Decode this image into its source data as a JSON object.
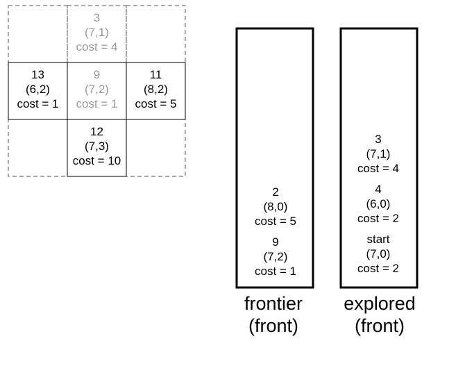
{
  "colors": {
    "normal_text": "#000000",
    "faded_text": "#999999",
    "solid_border": "#000000",
    "dashed_border": "#555555",
    "background": "#ffffff"
  },
  "grid": {
    "cells": [
      {
        "id": "top-left",
        "row": 0,
        "col": 0,
        "border": "dashed",
        "faded": false,
        "lines": []
      },
      {
        "id": "top-center",
        "row": 0,
        "col": 1,
        "border": "dashed",
        "faded": true,
        "lines": [
          "3",
          "(7,1)",
          "cost = 4"
        ]
      },
      {
        "id": "top-right",
        "row": 0,
        "col": 2,
        "border": "dashed",
        "faded": false,
        "lines": []
      },
      {
        "id": "middle-left",
        "row": 1,
        "col": 0,
        "border": "solid",
        "faded": false,
        "lines": [
          "13",
          "(6,2)",
          "cost = 1"
        ]
      },
      {
        "id": "middle-center",
        "row": 1,
        "col": 1,
        "border": "solid",
        "faded": true,
        "lines": [
          "9",
          "(7,2)",
          "cost = 1"
        ]
      },
      {
        "id": "middle-right",
        "row": 1,
        "col": 2,
        "border": "solid",
        "faded": false,
        "lines": [
          "11",
          "(8,2)",
          "cost = 5"
        ]
      },
      {
        "id": "bottom-left",
        "row": 2,
        "col": 0,
        "border": "dashed",
        "faded": false,
        "lines": []
      },
      {
        "id": "bottom-center",
        "row": 2,
        "col": 1,
        "border": "solid",
        "faded": false,
        "lines": [
          "12",
          "(7,3)",
          "cost = 10"
        ]
      },
      {
        "id": "bottom-right",
        "row": 2,
        "col": 2,
        "border": "dashed",
        "faded": false,
        "lines": []
      }
    ]
  },
  "frontier": {
    "caption": [
      "frontier",
      "(front)"
    ],
    "items": [
      [
        "2",
        "(8,0)",
        "cost = 5"
      ],
      [
        "9",
        "(7,2)",
        "cost = 1"
      ]
    ]
  },
  "explored": {
    "caption": [
      "explored",
      "(front)"
    ],
    "items": [
      [
        "3",
        "(7,1)",
        "cost = 4"
      ],
      [
        "4",
        "(6,0)",
        "cost = 2"
      ],
      [
        "start",
        "(7,0)",
        "cost = 2"
      ]
    ]
  }
}
